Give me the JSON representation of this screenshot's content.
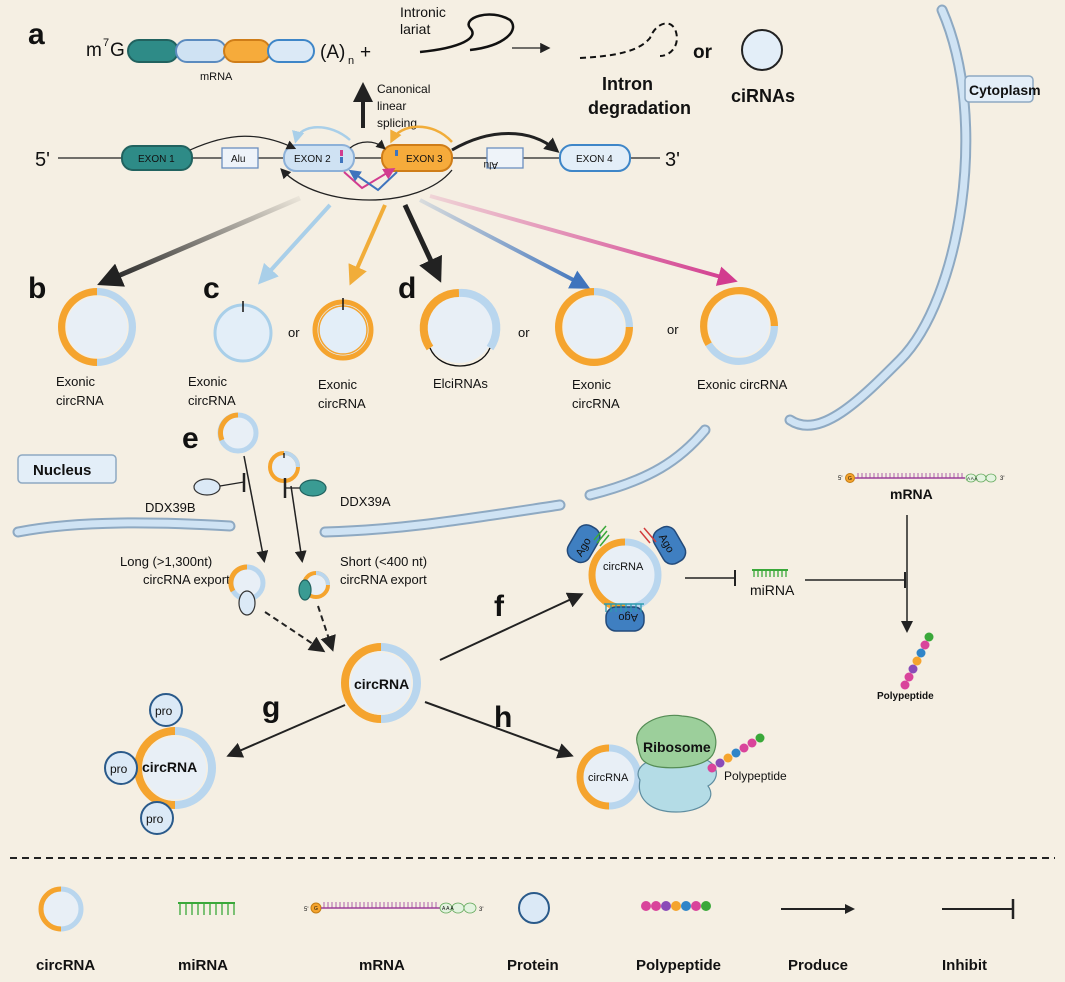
{
  "colors": {
    "background": "#f5efe3",
    "circ_orange": "#f5a42e",
    "circ_blue": "#b9d6ee",
    "exon1": "#2e8b87",
    "exon_blue": "#dbe9f6",
    "exon3": "#f6ab3b",
    "pink_arrow": "#d23c8f",
    "blue_arrow": "#3f74bd",
    "ago": "#3f7fc1",
    "ribosome_top": "#9ccf9b",
    "ribosome_bottom": "#b4dce6",
    "membrane": "#b9d6ee",
    "mirna": "#3aa83a"
  },
  "panels": {
    "a": "a",
    "b": "b",
    "c": "c",
    "d": "d",
    "e": "e",
    "f": "f",
    "g": "g",
    "h": "h"
  },
  "panel_a": {
    "cap": "m",
    "cap_sup": "7",
    "cap_g": "G",
    "polya": "(A)",
    "polya_sub": "n",
    "plus": "+",
    "mrna_label": "mRNA",
    "lariat_label_1": "Intronic",
    "lariat_label_2": "lariat",
    "degradation_1": "Intron",
    "degradation_2": "degradation",
    "or": "or",
    "cirnas": "ciRNAs",
    "splicing_1": "Canonical",
    "splicing_2": "linear",
    "splicing_3": "splicing",
    "five_prime": "5'",
    "three_prime": "3'",
    "exon1": "EXON 1",
    "exon2": "EXON 2",
    "exon3": "EXON 3",
    "exon4": "EXON 4",
    "alu": "Alu"
  },
  "cytoplasm_label": "Cytoplasm",
  "nucleus_label": "Nucleus",
  "panel_b": {
    "label_1": "Exonic",
    "label_2": "circRNA"
  },
  "panel_c": {
    "left_1": "Exonic",
    "left_2": "circRNA",
    "or": "or",
    "right_1": "Exonic",
    "right_2": "circRNA"
  },
  "panel_d": {
    "eici": "ElciRNAs",
    "or1": "or",
    "mid_1": "Exonic",
    "mid_2": "circRNA",
    "or2": "or",
    "right": "Exonic circRNA"
  },
  "panel_e": {
    "ddx39b": "DDX39B",
    "ddx39a": "DDX39A",
    "long_1": "Long (>1,300nt)",
    "long_2": "circRNA export",
    "short_1": "Short (<400 nt)",
    "short_2": "circRNA export"
  },
  "center_circrna": "circRNA",
  "panel_f": {
    "ago": "Ago",
    "circrna": "circRNA",
    "mirna": "miRNA"
  },
  "top_right": {
    "five": "5'",
    "cap": "G",
    "polya": "A A A",
    "three": "3'",
    "mrna": "mRNA",
    "polypeptide": "Polypeptide"
  },
  "panel_g": {
    "pro": "pro",
    "circrna": "circRNA"
  },
  "panel_h": {
    "circrna": "circRNA",
    "ribosome": "Ribosome",
    "polypeptide": "Polypeptide"
  },
  "legend": {
    "circrna": "circRNA",
    "mirna": "miRNA",
    "mrna": "mRNA",
    "protein": "Protein",
    "polypeptide": "Polypeptide",
    "produce": "Produce",
    "inhibit": "Inhibit"
  },
  "legend_mrna": {
    "five": "5'",
    "cap": "G",
    "polya": "A A A",
    "three": "3'"
  }
}
